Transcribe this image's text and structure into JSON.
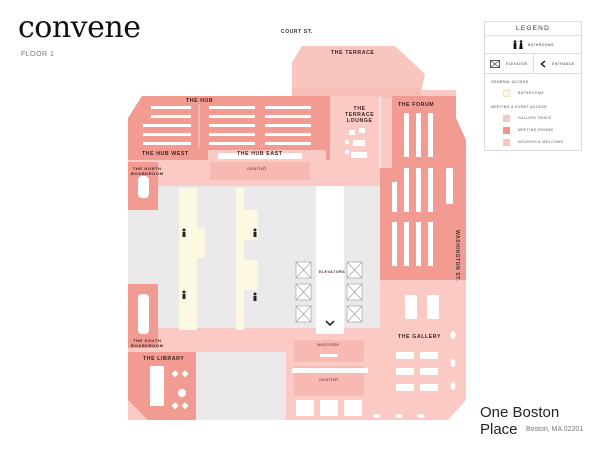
{
  "header": {
    "brand": "convene",
    "floor": "FLOOR 1"
  },
  "streets": {
    "north": "COURT ST.",
    "east": "WASHINGTON ST."
  },
  "address": {
    "title": "One Boston Place",
    "subtitle": "Boston, MA 02201"
  },
  "legend": {
    "title": "LEGEND",
    "bathrooms": "BATHROOMS",
    "elevator": "ELEVATOR",
    "entrance": "ENTRANCE",
    "general_access": "GENERAL ACCESS",
    "general_items": [
      {
        "label": "BATHROOMS",
        "color": "#fdf8e1"
      }
    ],
    "meeting_access": "MEETING & EVENT ACCESS",
    "meeting_items": [
      {
        "label": "GALLERY SPACE",
        "color": "#f9c9c3"
      },
      {
        "label": "MEETING ROOMS",
        "color": "#f2928a"
      },
      {
        "label": "NOURISH & WELCOME",
        "color": "#f7b9b2"
      }
    ]
  },
  "colors": {
    "meeting": "#f29b92",
    "gallery": "#fbcac4",
    "core": "#ebe9e9",
    "bathroom": "#fdf8e1",
    "furniture": "#ffffff"
  },
  "rooms": {
    "terrace": "THE TERRACE",
    "terrace_lounge": "THE\nTERRACE\nLOUNGE",
    "hub": "THE HUB",
    "hub_west": "THE HUB WEST",
    "hub_east": "THE HUB EAST",
    "forum": "THE FORUM",
    "north_boardroom": "THE NORTH\nBOARDROOM",
    "south_boardroom": "THE SOUTH\nBOARDROOM",
    "library": "THE LIBRARY",
    "gallery": "THE GALLERY",
    "elevators": "ELEVATORS"
  },
  "service": {
    "nourish_top": "nourish",
    "welcome": "welcome",
    "nourish_bottom": "nourish"
  }
}
